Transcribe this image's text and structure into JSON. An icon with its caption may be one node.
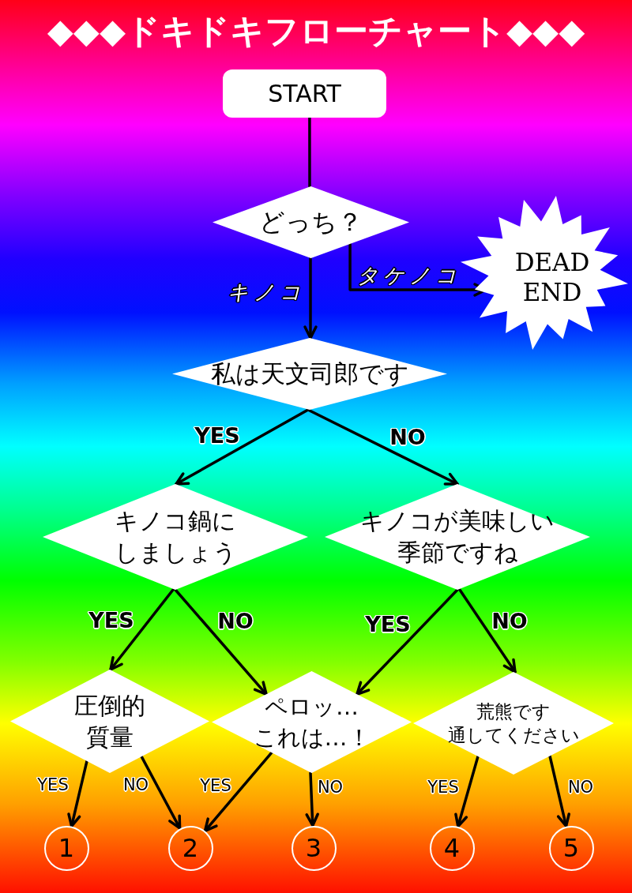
{
  "diagram": {
    "title": "◆◆◆ドキドキフローチャート◆◆◆",
    "nodes": [
      {
        "text": [
          "START"
        ]
      },
      {
        "text": [
          "どっち？"
        ]
      },
      {
        "text": [
          "DEAD END"
        ]
      },
      {
        "text": [
          "私は天文司郎です"
        ]
      },
      {
        "text": [
          "キノコ鍋にしましょう"
        ]
      },
      {
        "text": [
          "キノコが美味しい季節ですね"
        ]
      },
      {
        "text": [
          "圧倒的質量"
        ]
      },
      {
        "text": [
          "ペロッ…これは…！"
        ]
      },
      {
        "text": [
          "荒熊です通してください"
        ]
      },
      {
        "text": [
          "1"
        ]
      },
      {
        "text": [
          "2"
        ]
      },
      {
        "text": [
          "3"
        ]
      },
      {
        "text": [
          "4"
        ]
      },
      {
        "text": [
          "5"
        ]
      }
    ],
    "edges": [
      {
        "from": 0,
        "to": 1,
        "arrow": "none"
      },
      {
        "from": 1,
        "to": 3,
        "arrow": "to",
        "label": "キノコ"
      },
      {
        "from": 1,
        "to": 2,
        "arrow": "to",
        "label": "タケノコ"
      },
      {
        "from": 3,
        "to": 4,
        "arrow": "to",
        "label": "YES"
      },
      {
        "from": 3,
        "to": 5,
        "arrow": "to",
        "label": "NO"
      },
      {
        "from": 4,
        "to": 6,
        "arrow": "to",
        "label": "YES"
      },
      {
        "from": 4,
        "to": 7,
        "arrow": "to",
        "label": "NO"
      },
      {
        "from": 5,
        "to": 7,
        "arrow": "to",
        "label": "YES"
      },
      {
        "from": 5,
        "to": 8,
        "arrow": "to",
        "label": "NO"
      },
      {
        "from": 6,
        "to": 9,
        "arrow": "to",
        "label": "YES"
      },
      {
        "from": 6,
        "to": 10,
        "arrow": "to",
        "label": "NO"
      },
      {
        "from": 7,
        "to": 10,
        "arrow": "to",
        "label": "YES"
      },
      {
        "from": 7,
        "to": 11,
        "arrow": "to",
        "label": "NO"
      },
      {
        "from": 8,
        "to": 12,
        "arrow": "to",
        "label": "YES"
      },
      {
        "from": 8,
        "to": 13,
        "arrow": "to",
        "label": "NO"
      }
    ]
  }
}
